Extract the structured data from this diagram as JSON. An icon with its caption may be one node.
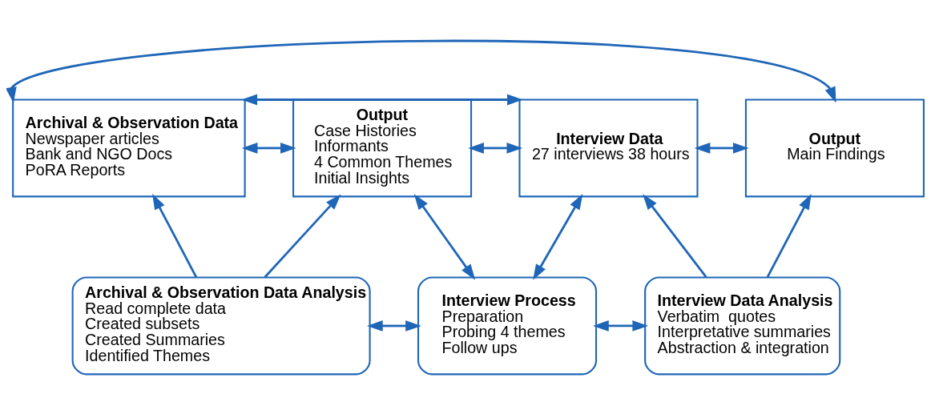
{
  "diagram": {
    "nodes": [
      {
        "text": [
          "Archival & Observation Data",
          "Newspaper articles",
          "Bank and NGO Docs",
          "PoRA Reports"
        ]
      },
      {
        "text": [
          "Output",
          "Case Histories",
          "Informants",
          "4 Common Themes",
          "Initial Insights"
        ]
      },
      {
        "text": [
          "Interview Data",
          "27 interviews 38 hours"
        ]
      },
      {
        "text": [
          "Output",
          "Main Findings"
        ]
      },
      {
        "text": [
          "Archival & Observation Data Analysis",
          "Read complete data",
          "Created subsets",
          "Created Summaries",
          "Identified Themes"
        ]
      },
      {
        "text": [
          "Interview Process",
          "Preparation",
          "Probing 4 themes",
          "Follow ups"
        ]
      },
      {
        "text": [
          "Interview Data Analysis",
          "Verbatim  quotes",
          "Interpretative summaries",
          "Abstraction & integration"
        ]
      }
    ],
    "edges": [
      {
        "from": 0,
        "to": 3,
        "arrow": "both"
      },
      {
        "from": 0,
        "to": 2,
        "arrow": "both"
      },
      {
        "from": 0,
        "to": 1,
        "arrow": "both"
      },
      {
        "from": 4,
        "to": 0,
        "arrow": "to"
      },
      {
        "from": 4,
        "to": 1,
        "arrow": "to"
      },
      {
        "from": 1,
        "to": 2,
        "arrow": "both"
      },
      {
        "from": 5,
        "to": 1,
        "arrow": "both"
      },
      {
        "from": 5,
        "to": 2,
        "arrow": "both"
      },
      {
        "from": 2,
        "to": 3,
        "arrow": "both"
      },
      {
        "from": 6,
        "to": 2,
        "arrow": "to"
      },
      {
        "from": 6,
        "to": 3,
        "arrow": "to"
      },
      {
        "from": 4,
        "to": 5,
        "arrow": "both"
      },
      {
        "from": 5,
        "to": 6,
        "arrow": "both"
      }
    ]
  }
}
